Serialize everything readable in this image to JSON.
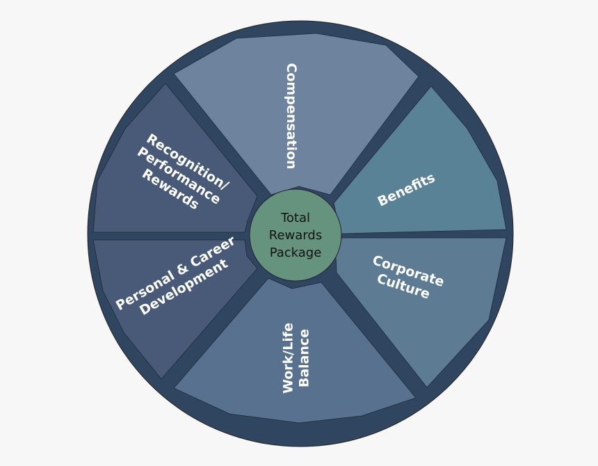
{
  "diagram": {
    "type": "segmented-wheel",
    "center": {
      "lines": [
        "Total",
        "Rewards",
        "Package"
      ],
      "color": "#66937e"
    },
    "ring_color": "#2f4560",
    "background": "#f7f7f7",
    "segments": [
      {
        "id": "compensation",
        "lines": [
          "Compensation"
        ],
        "color": "#6e839e"
      },
      {
        "id": "benefits",
        "lines": [
          "Benefits"
        ],
        "color": "#5a8296"
      },
      {
        "id": "corporate-culture",
        "lines": [
          "Corporate",
          "Culture"
        ],
        "color": "#5e7b94"
      },
      {
        "id": "work-life-balance",
        "lines": [
          "Work/Life",
          "Balance"
        ],
        "color": "#58718f"
      },
      {
        "id": "personal-career-development",
        "lines": [
          "Personal & Career",
          "Development"
        ],
        "color": "#485a78"
      },
      {
        "id": "recognition-performance-rewards",
        "lines": [
          "Recognition/",
          "Performance",
          "Rewards"
        ],
        "color": "#485a78"
      }
    ]
  }
}
